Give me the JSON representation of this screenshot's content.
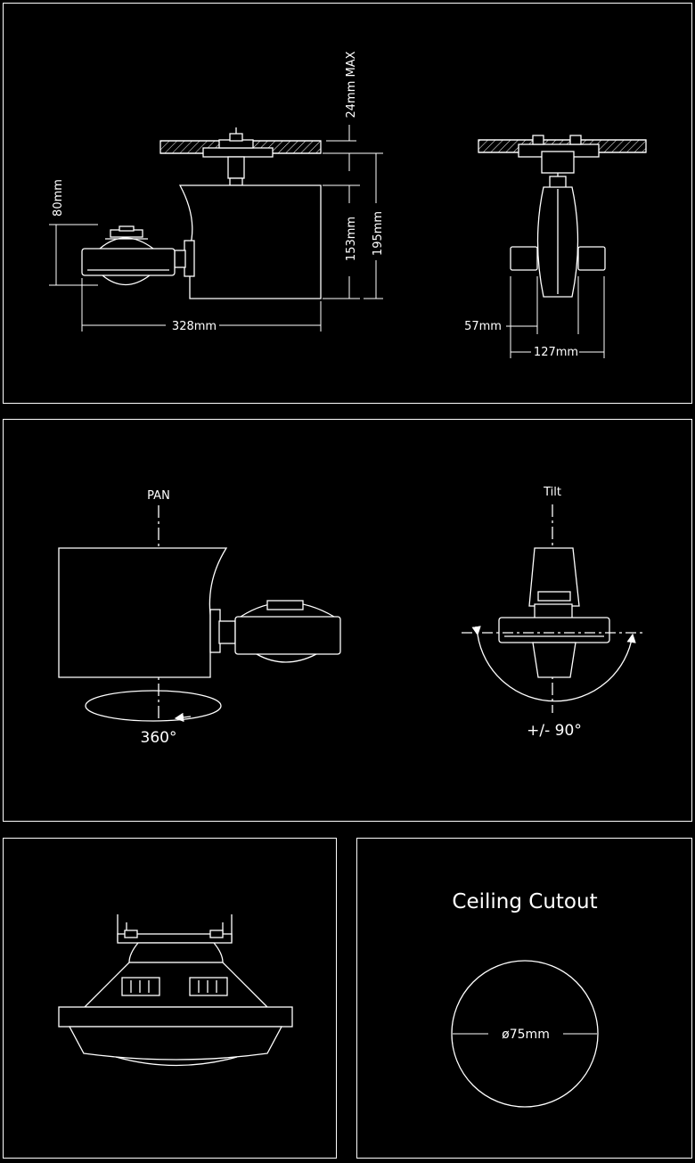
{
  "colors": {
    "background": "#000000",
    "line": "#ffffff"
  },
  "panel1": {
    "dim_24": "24mm  MAX",
    "dim_80": "80mm",
    "dim_153": "153mm",
    "dim_195": "195mm",
    "dim_328": "328mm",
    "dim_57": "57mm",
    "dim_127": "127mm"
  },
  "panel2": {
    "pan_label": "PAN",
    "tilt_label": "Tilt",
    "pan_angle": "360°",
    "tilt_angle": "+/- 90°"
  },
  "panel4": {
    "title": "Ceiling Cutout",
    "diameter": "ø75mm"
  }
}
